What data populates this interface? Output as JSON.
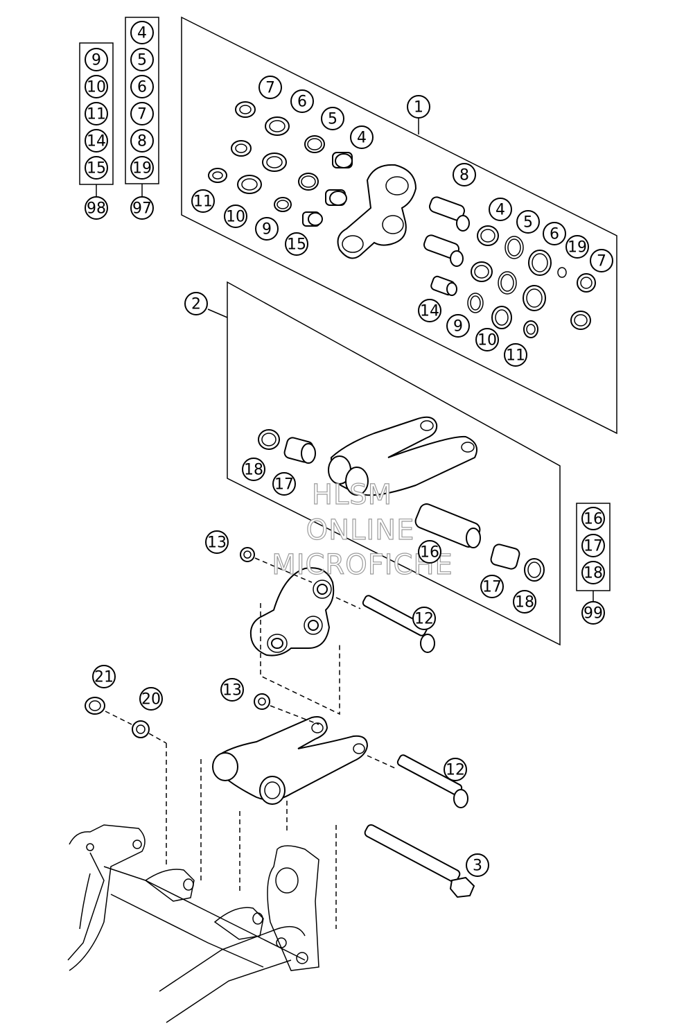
{
  "callouts": {
    "kit_1": "1",
    "kit_2": "2",
    "pin_3": "3",
    "k1_7a": "7",
    "k1_6a": "6",
    "k1_5a": "5",
    "k1_4a": "4",
    "k1_11a": "11",
    "k1_10a": "10",
    "k1_9a": "9",
    "k1_15": "15",
    "k1_8": "8",
    "k1_4b": "4",
    "k1_5b": "5",
    "k1_6b": "6",
    "k1_19": "19",
    "k1_7b": "7",
    "k1_14": "14",
    "k1_9b": "9",
    "k1_10b": "10",
    "k1_11b": "11",
    "k2_18a": "18",
    "k2_17a": "17",
    "k2_16": "16",
    "k2_17b": "17",
    "k2_18b": "18",
    "nut_13a": "13",
    "bolt_12a": "12",
    "nut_13b": "13",
    "bolt_12b": "12",
    "cap_21": "21",
    "washer_20": "20"
  },
  "groups": [
    {
      "items": [
        "9",
        "10",
        "11",
        "14",
        "15"
      ],
      "total": "98"
    },
    {
      "items": [
        "4",
        "5",
        "6",
        "7",
        "8",
        "19"
      ],
      "total": "97"
    },
    {
      "items": [
        "16",
        "17",
        "18"
      ],
      "total": "99"
    }
  ],
  "watermark": [
    "HLSM",
    "ONLINE",
    "MICROFICHE"
  ]
}
